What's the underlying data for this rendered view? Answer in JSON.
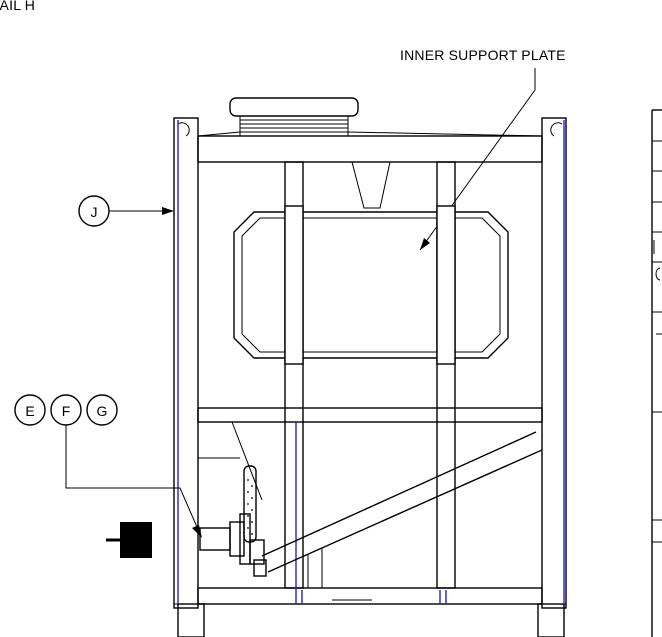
{
  "labels": {
    "detail_title": "DETAIL H",
    "inner_support_plate": "INNER SUPPORT PLATE"
  },
  "callouts": {
    "j": "J",
    "e": "E",
    "f": "F",
    "g": "G"
  },
  "colors": {
    "line": "#000000",
    "accent_blue": "#2222cc",
    "background": "#ffffff"
  }
}
